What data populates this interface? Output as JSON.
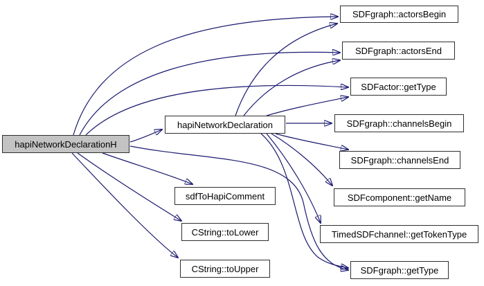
{
  "diagram": {
    "type": "call-graph",
    "background_color": "#ffffff",
    "edge_color": "#1a1a70",
    "node_fill": "#ffffff",
    "node_border_color": "#2e2e2e",
    "root_node_fill": "#c3c3c3",
    "text_color": "#000000"
  },
  "nodes": [
    {
      "id": "hapiNetworkDeclarationH",
      "label": "hapiNetworkDeclarationH",
      "role": "root"
    },
    {
      "id": "hapiNetworkDeclaration",
      "label": "hapiNetworkDeclaration",
      "role": "callee"
    },
    {
      "id": "actorsBegin",
      "label": "SDFgraph::actorsBegin",
      "role": "callee"
    },
    {
      "id": "actorsEnd",
      "label": "SDFgraph::actorsEnd",
      "role": "callee"
    },
    {
      "id": "sdfactorGetType",
      "label": "SDFactor::getType",
      "role": "callee"
    },
    {
      "id": "channelsBegin",
      "label": "SDFgraph::channelsBegin",
      "role": "callee"
    },
    {
      "id": "channelsEnd",
      "label": "SDFgraph::channelsEnd",
      "role": "callee"
    },
    {
      "id": "getName",
      "label": "SDFcomponent::getName",
      "role": "callee"
    },
    {
      "id": "getTokenType",
      "label": "TimedSDFchannel::getTokenType",
      "role": "callee"
    },
    {
      "id": "sdfgraphGetType",
      "label": "SDFgraph::getType",
      "role": "callee"
    },
    {
      "id": "sdfToHapiComment",
      "label": "sdfToHapiComment",
      "role": "callee"
    },
    {
      "id": "toLower",
      "label": "CString::toLower",
      "role": "callee"
    },
    {
      "id": "toUpper",
      "label": "CString::toUpper",
      "role": "callee"
    }
  ],
  "edges": [
    {
      "from": "hapiNetworkDeclarationH",
      "to": "hapiNetworkDeclaration"
    },
    {
      "from": "hapiNetworkDeclarationH",
      "to": "SDFgraph::actorsBegin"
    },
    {
      "from": "hapiNetworkDeclarationH",
      "to": "SDFgraph::actorsEnd"
    },
    {
      "from": "hapiNetworkDeclarationH",
      "to": "SDFactor::getType"
    },
    {
      "from": "hapiNetworkDeclarationH",
      "to": "SDFgraph::getType"
    },
    {
      "from": "hapiNetworkDeclarationH",
      "to": "sdfToHapiComment"
    },
    {
      "from": "hapiNetworkDeclarationH",
      "to": "CString::toLower"
    },
    {
      "from": "hapiNetworkDeclarationH",
      "to": "CString::toUpper"
    },
    {
      "from": "hapiNetworkDeclaration",
      "to": "SDFgraph::actorsBegin"
    },
    {
      "from": "hapiNetworkDeclaration",
      "to": "SDFgraph::actorsEnd"
    },
    {
      "from": "hapiNetworkDeclaration",
      "to": "SDFactor::getType"
    },
    {
      "from": "hapiNetworkDeclaration",
      "to": "SDFgraph::channelsBegin"
    },
    {
      "from": "hapiNetworkDeclaration",
      "to": "SDFgraph::channelsEnd"
    },
    {
      "from": "hapiNetworkDeclaration",
      "to": "SDFcomponent::getName"
    },
    {
      "from": "hapiNetworkDeclaration",
      "to": "TimedSDFchannel::getTokenType"
    },
    {
      "from": "hapiNetworkDeclaration",
      "to": "SDFgraph::getType"
    }
  ]
}
